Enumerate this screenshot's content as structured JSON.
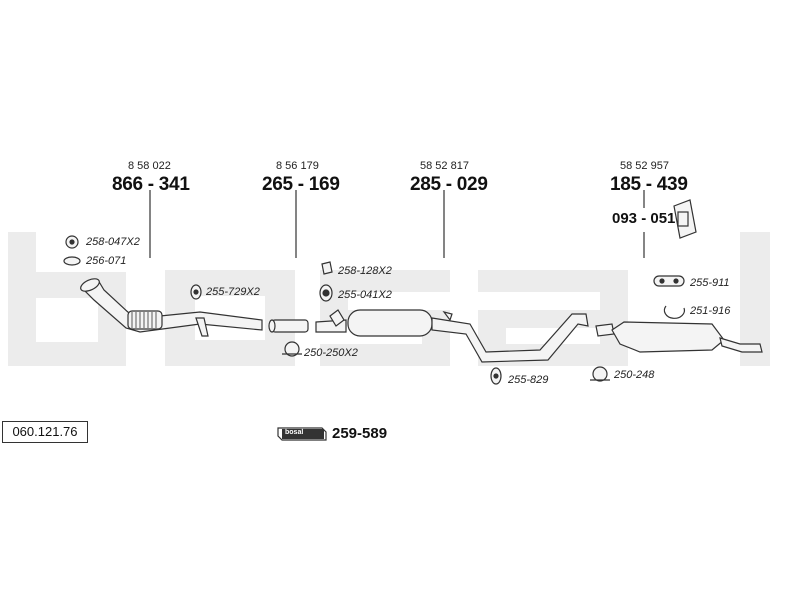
{
  "watermark_text": "bosal",
  "diagram_code": "060.121.76",
  "groups": [
    {
      "oe": "8 58 022",
      "part": "866 - 341"
    },
    {
      "oe": "8 56 179",
      "part": "265 - 169"
    },
    {
      "oe": "58 52 817",
      "part": "285 - 029"
    },
    {
      "oe": "58 52 957",
      "part": "185 - 439"
    }
  ],
  "bracket_part": "093 - 051",
  "kit": {
    "part": "259-589",
    "badge": "bosal"
  },
  "small_parts": [
    {
      "code": "258-047X2"
    },
    {
      "code": "256-071"
    },
    {
      "code": "255-729X2"
    },
    {
      "code": "258-128X2"
    },
    {
      "code": "255-041X2"
    },
    {
      "code": "250-250X2"
    },
    {
      "code": "255-829"
    },
    {
      "code": "255-911"
    },
    {
      "code": "251-916"
    },
    {
      "code": "250-248"
    }
  ],
  "colors": {
    "watermark": "#ececec",
    "line": "#333333",
    "pipe_fill": "#f4f4f4"
  }
}
